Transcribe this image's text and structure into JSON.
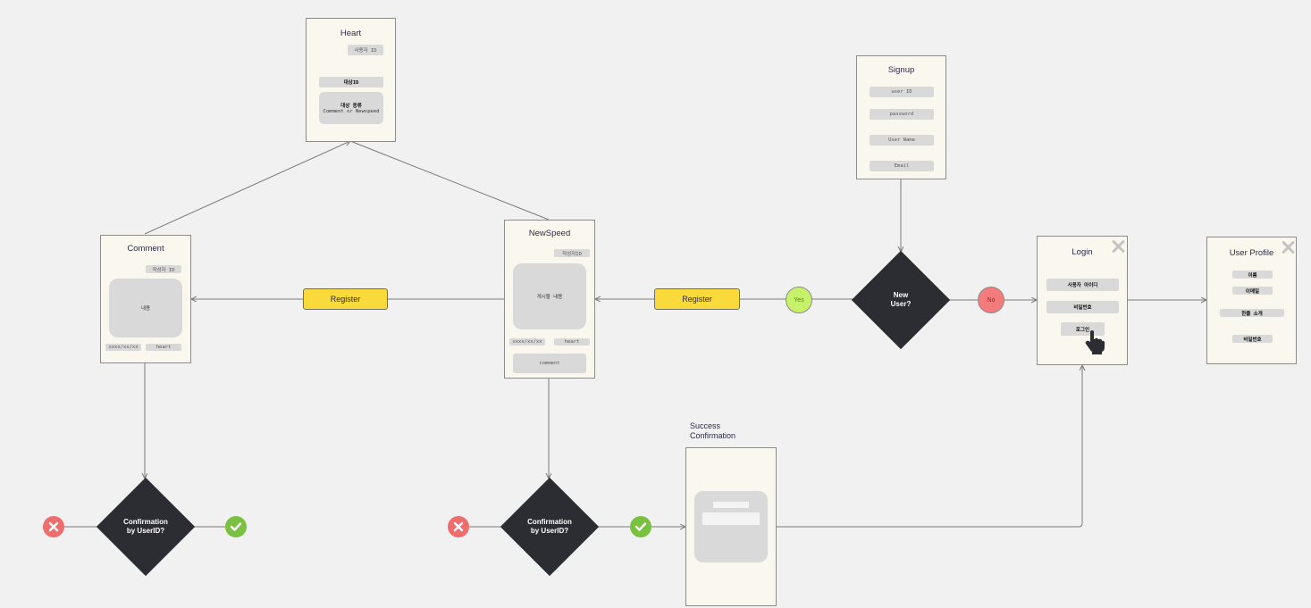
{
  "heart": {
    "title": "Heart",
    "user_id": "사용자 ID",
    "target_id": "대상ID",
    "target_type": "대상 종류",
    "target_type_sub": "Comment or Newspeed"
  },
  "comment": {
    "title": "Comment",
    "author_id": "작성자 ID",
    "body": "내용",
    "date": "xxxx/xx/xx",
    "heart": "heart"
  },
  "newspeed": {
    "title": "NewSpeed",
    "author_id": "작성자ID",
    "body": "게시물 내용",
    "date": "xxxx/xx/xx",
    "heart": "heart",
    "comment": "comment"
  },
  "signup": {
    "title": "Signup",
    "fields": [
      "user ID",
      "password",
      "User Name",
      "Email"
    ]
  },
  "login": {
    "title": "Login",
    "fields": [
      "사용자 아이디",
      "비밀번호"
    ],
    "login_button": "로그인"
  },
  "user_profile": {
    "title": "User Profile",
    "fields": [
      "이름",
      "이메일",
      "한줄 소개",
      "비밀번호"
    ]
  },
  "success": {
    "title_line1": "Success",
    "title_line2": "Confirmation"
  },
  "decisions": {
    "new_user_line1": "New",
    "new_user_line2": "User?",
    "confirm_line1": "Confirmation",
    "confirm_line2": "by UserID?"
  },
  "buttons": {
    "register": "Register",
    "yes": "Yes",
    "no": "No"
  },
  "colors": {
    "card_bg": "#faf7ef",
    "field_bg": "#d9d9d9",
    "diamond": "#2c2c33",
    "register": "#fad93a",
    "yes": "#c6f26a",
    "no": "#f47b7b",
    "check": "#7ac142",
    "cross": "#ee6e6e"
  },
  "icons": [
    "close-icon",
    "hand-pointer-icon",
    "check-icon",
    "cross-icon"
  ]
}
